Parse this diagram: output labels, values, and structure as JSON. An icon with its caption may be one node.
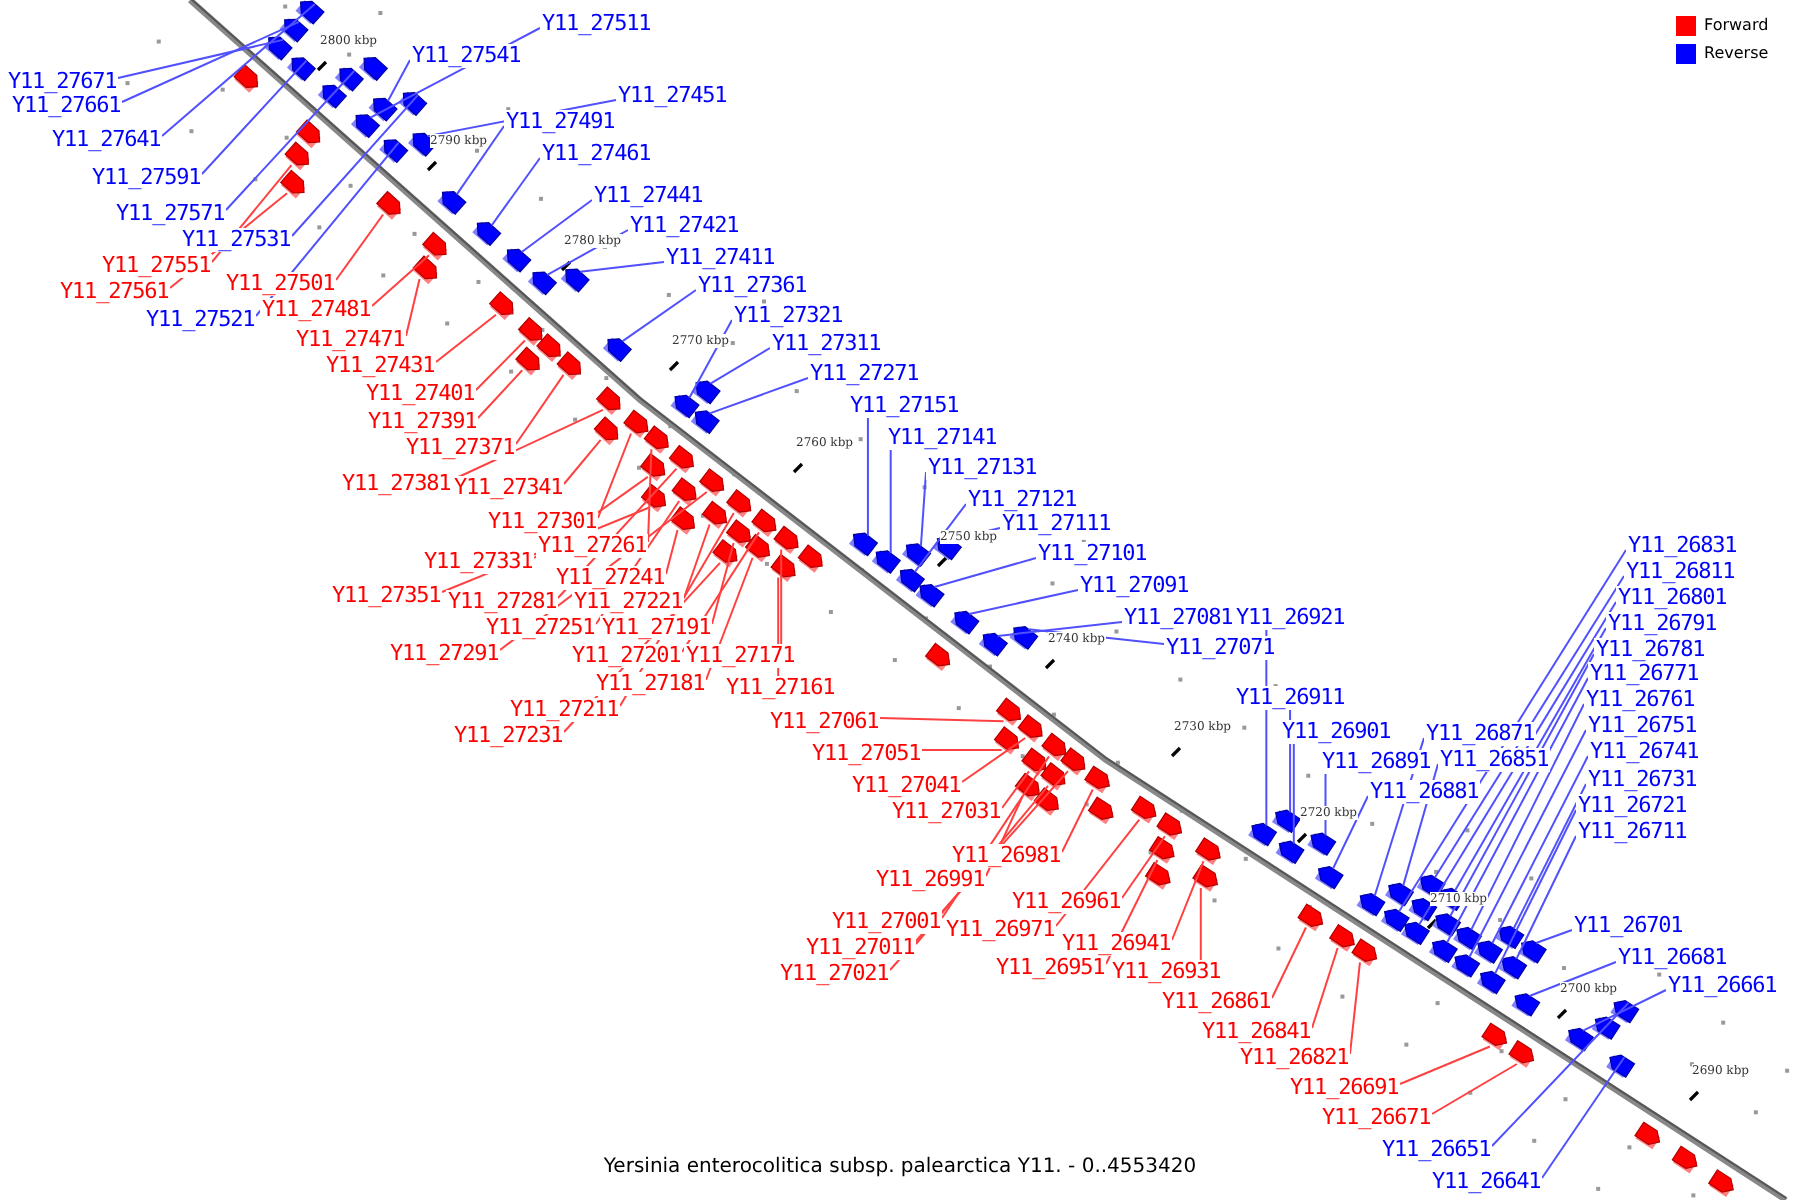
{
  "diagram": {
    "caption": "Yersinia enterocolitica subsp. palearctica Y11. - 0..4553420",
    "nodes": [
      {
        "text": [
          "Y11_27511"
        ]
      },
      {
        "text": [
          "Y11_27541"
        ]
      },
      {
        "text": [
          "Y11_27671"
        ]
      },
      {
        "text": [
          "Y11_27661"
        ]
      },
      {
        "text": [
          "Y11_27451"
        ]
      },
      {
        "text": [
          "Y11_27491"
        ]
      },
      {
        "text": [
          "Y11_27641"
        ]
      },
      {
        "text": [
          "Y11_27461"
        ]
      },
      {
        "text": [
          "Y11_27591"
        ]
      },
      {
        "text": [
          "Y11_27441"
        ]
      },
      {
        "text": [
          "Y11_27571"
        ]
      },
      {
        "text": [
          "Y11_27421"
        ]
      },
      {
        "text": [
          "Y11_27531"
        ]
      },
      {
        "text": [
          "Y11_27411"
        ]
      },
      {
        "text": [
          "Y11_27551"
        ]
      },
      {
        "text": [
          "Y11_27501"
        ]
      },
      {
        "text": [
          "Y11_27561"
        ]
      },
      {
        "text": [
          "Y11_27361"
        ]
      },
      {
        "text": [
          "Y11_27481"
        ]
      },
      {
        "text": [
          "Y11_27521"
        ]
      },
      {
        "text": [
          "Y11_27321"
        ]
      },
      {
        "text": [
          "Y11_27471"
        ]
      },
      {
        "text": [
          "Y11_27311"
        ]
      },
      {
        "text": [
          "Y11_27431"
        ]
      },
      {
        "text": [
          "Y11_27271"
        ]
      },
      {
        "text": [
          "Y11_27401"
        ]
      },
      {
        "text": [
          "Y11_27151"
        ]
      },
      {
        "text": [
          "Y11_27391"
        ]
      },
      {
        "text": [
          "Y11_27141"
        ]
      },
      {
        "text": [
          "Y11_27371"
        ]
      },
      {
        "text": [
          "Y11_27131"
        ]
      },
      {
        "text": [
          "Y11_27381"
        ]
      },
      {
        "text": [
          "Y11_27341"
        ]
      },
      {
        "text": [
          "Y11_27121"
        ]
      },
      {
        "text": [
          "Y11_27301"
        ]
      },
      {
        "text": [
          "Y11_27111"
        ]
      },
      {
        "text": [
          "Y11_27261"
        ]
      },
      {
        "text": [
          "Y11_26831"
        ]
      },
      {
        "text": [
          "Y11_27101"
        ]
      },
      {
        "text": [
          "Y11_27331"
        ]
      },
      {
        "text": [
          "Y11_26811"
        ]
      },
      {
        "text": [
          "Y11_27241"
        ]
      },
      {
        "text": [
          "Y11_27091"
        ]
      },
      {
        "text": [
          "Y11_27351"
        ]
      },
      {
        "text": [
          "Y11_27281"
        ]
      },
      {
        "text": [
          "Y11_27221"
        ]
      },
      {
        "text": [
          "Y11_26801"
        ]
      },
      {
        "text": [
          "Y11_27081"
        ]
      },
      {
        "text": [
          "Y11_26921"
        ]
      },
      {
        "text": [
          "Y11_26791"
        ]
      },
      {
        "text": [
          "Y11_27251"
        ]
      },
      {
        "text": [
          "Y11_27191"
        ]
      },
      {
        "text": [
          "Y11_27071"
        ]
      },
      {
        "text": [
          "Y11_27291"
        ]
      },
      {
        "text": [
          "Y11_27201"
        ]
      },
      {
        "text": [
          "Y11_27171"
        ]
      },
      {
        "text": [
          "Y11_26781"
        ]
      },
      {
        "text": [
          "Y11_26771"
        ]
      },
      {
        "text": [
          "Y11_27181"
        ]
      },
      {
        "text": [
          "Y11_27161"
        ]
      },
      {
        "text": [
          "Y11_26911"
        ]
      },
      {
        "text": [
          "Y11_26761"
        ]
      },
      {
        "text": [
          "Y11_27211"
        ]
      },
      {
        "text": [
          "Y11_27061"
        ]
      },
      {
        "text": [
          "Y11_26751"
        ]
      },
      {
        "text": [
          "Y11_26901"
        ]
      },
      {
        "text": [
          "Y11_26871"
        ]
      },
      {
        "text": [
          "Y11_27231"
        ]
      },
      {
        "text": [
          "Y11_26741"
        ]
      },
      {
        "text": [
          "Y11_27051"
        ]
      },
      {
        "text": [
          "Y11_26851"
        ]
      },
      {
        "text": [
          "Y11_26891"
        ]
      },
      {
        "text": [
          "Y11_26731"
        ]
      },
      {
        "text": [
          "Y11_27041"
        ]
      },
      {
        "text": [
          "Y11_26881"
        ]
      },
      {
        "text": [
          "Y11_26721"
        ]
      },
      {
        "text": [
          "Y11_27031"
        ]
      },
      {
        "text": [
          "Y11_26711"
        ]
      },
      {
        "text": [
          "Y11_26981"
        ]
      },
      {
        "text": [
          "Y11_26991"
        ]
      },
      {
        "text": [
          "Y11_26961"
        ]
      },
      {
        "text": [
          "Y11_27001"
        ]
      },
      {
        "text": [
          "Y11_26701"
        ]
      },
      {
        "text": [
          "Y11_26971"
        ]
      },
      {
        "text": [
          "Y11_26941"
        ]
      },
      {
        "text": [
          "Y11_27011"
        ]
      },
      {
        "text": [
          "Y11_26681"
        ]
      },
      {
        "text": [
          "Y11_27021"
        ]
      },
      {
        "text": [
          "Y11_26951"
        ]
      },
      {
        "text": [
          "Y11_26931"
        ]
      },
      {
        "text": [
          "Y11_26661"
        ]
      },
      {
        "text": [
          "Y11_26861"
        ]
      },
      {
        "text": [
          "Y11_26841"
        ]
      },
      {
        "text": [
          "Y11_26821"
        ]
      },
      {
        "text": [
          "Y11_26691"
        ]
      },
      {
        "text": [
          "Y11_26671"
        ]
      },
      {
        "text": [
          "Y11_26651"
        ]
      },
      {
        "text": [
          "Y11_26641"
        ]
      },
      {
        "text": [],
        "shape": "box"
      },
      {
        "text": [],
        "shape": "box"
      },
      {
        "text": [],
        "shape": "box"
      },
      {
        "text": [],
        "shape": "box"
      },
      {
        "text": [],
        "shape": "box"
      },
      {
        "text": [],
        "shape": "box"
      },
      {
        "text": [],
        "shape": "box"
      },
      {
        "text": [],
        "shape": "box"
      },
      {
        "text": [],
        "shape": "box"
      },
      {
        "text": [],
        "shape": "box"
      },
      {
        "text": [],
        "shape": "box"
      },
      {
        "text": [],
        "shape": "box"
      },
      {
        "text": [],
        "shape": "box"
      },
      {
        "text": [],
        "shape": "box"
      },
      {
        "text": [],
        "shape": "box"
      },
      {
        "text": [],
        "shape": "box"
      },
      {
        "text": [],
        "shape": "box"
      },
      {
        "text": [],
        "shape": "box"
      },
      {
        "text": [],
        "shape": "box"
      },
      {
        "text": [],
        "shape": "box"
      },
      {
        "text": [],
        "shape": "box"
      },
      {
        "text": [],
        "shape": "box"
      },
      {
        "text": [],
        "shape": "box"
      },
      {
        "text": [],
        "shape": "box"
      },
      {
        "text": [],
        "shape": "box"
      },
      {
        "text": [],
        "shape": "box"
      },
      {
        "text": [],
        "shape": "box"
      },
      {
        "text": [],
        "shape": "box"
      },
      {
        "text": [],
        "shape": "box"
      },
      {
        "text": [],
        "shape": "box"
      },
      {
        "text": [],
        "shape": "box"
      },
      {
        "text": [],
        "shape": "box"
      },
      {
        "text": [],
        "shape": "box"
      },
      {
        "text": [],
        "shape": "box"
      },
      {
        "text": [],
        "shape": "box"
      },
      {
        "text": [],
        "shape": "box"
      },
      {
        "text": [],
        "shape": "box"
      },
      {
        "text": [],
        "shape": "box"
      },
      {
        "text": [],
        "shape": "box"
      },
      {
        "text": [],
        "shape": "box"
      },
      {
        "text": [],
        "shape": "box"
      },
      {
        "text": [],
        "shape": "box"
      },
      {
        "text": [],
        "shape": "box"
      },
      {
        "text": [],
        "shape": "box"
      },
      {
        "text": [],
        "shape": "box"
      },
      {
        "text": [],
        "shape": "box"
      },
      {
        "text": [],
        "shape": "box"
      },
      {
        "text": [],
        "shape": "box"
      },
      {
        "text": [],
        "shape": "box"
      },
      {
        "text": [],
        "shape": "box"
      },
      {
        "text": [],
        "shape": "box"
      },
      {
        "text": [],
        "shape": "box"
      },
      {
        "text": [],
        "shape": "box"
      },
      {
        "text": [],
        "shape": "box"
      },
      {
        "text": [],
        "shape": "box"
      },
      {
        "text": [],
        "shape": "box"
      },
      {
        "text": [],
        "shape": "box"
      },
      {
        "text": [],
        "shape": "box"
      },
      {
        "text": [],
        "shape": "box"
      },
      {
        "text": [],
        "shape": "box"
      },
      {
        "text": [],
        "shape": "box"
      },
      {
        "text": [],
        "shape": "box"
      },
      {
        "text": [],
        "shape": "box"
      },
      {
        "text": [],
        "shape": "box"
      },
      {
        "text": [],
        "shape": "box"
      },
      {
        "text": [],
        "shape": "box"
      },
      {
        "text": [],
        "shape": "box"
      },
      {
        "text": [],
        "shape": "box"
      },
      {
        "text": [],
        "shape": "box"
      },
      {
        "text": [],
        "shape": "box"
      },
      {
        "text": [],
        "shape": "box"
      },
      {
        "text": [],
        "shape": "box"
      },
      {
        "text": [],
        "shape": "box"
      },
      {
        "text": [],
        "shape": "box"
      },
      {
        "text": [],
        "shape": "box"
      },
      {
        "text": [],
        "shape": "box"
      },
      {
        "text": [],
        "shape": "box"
      },
      {
        "text": [],
        "shape": "box"
      },
      {
        "text": [],
        "shape": "box"
      },
      {
        "text": [],
        "shape": "box"
      },
      {
        "text": [],
        "shape": "box"
      },
      {
        "text": [],
        "shape": "box"
      },
      {
        "text": [],
        "shape": "box"
      },
      {
        "text": [],
        "shape": "box"
      },
      {
        "text": [],
        "shape": "box"
      },
      {
        "text": [],
        "shape": "box"
      },
      {
        "text": [],
        "shape": "box"
      },
      {
        "text": [],
        "shape": "box"
      },
      {
        "text": [],
        "shape": "box"
      },
      {
        "text": [],
        "shape": "box"
      },
      {
        "text": [],
        "shape": "box"
      },
      {
        "text": [],
        "shape": "box"
      },
      {
        "text": [],
        "shape": "box"
      },
      {
        "text": [],
        "shape": "box"
      },
      {
        "text": [],
        "shape": "box"
      },
      {
        "text": [],
        "shape": "box"
      },
      {
        "text": [],
        "shape": "box"
      },
      {
        "text": [],
        "shape": "box"
      },
      {
        "text": [],
        "shape": "box"
      },
      {
        "text": [],
        "shape": "box"
      },
      {
        "text": [],
        "shape": "box"
      },
      {
        "text": [],
        "shape": "box"
      },
      {
        "text": [],
        "shape": "box"
      },
      {
        "text": [],
        "shape": "box"
      },
      {
        "text": [],
        "shape": "box"
      },
      {
        "text": [],
        "shape": "box"
      },
      {
        "text": [],
        "shape": "box"
      },
      {
        "text": [],
        "shape": "box"
      },
      {
        "text": [],
        "shape": "box"
      },
      {
        "text": [],
        "shape": "box"
      },
      {
        "text": [],
        "shape": "box"
      },
      {
        "text": [],
        "shape": "box"
      },
      {
        "text": [],
        "shape": "box"
      }
    ],
    "edges": [
      {
        "from": 0,
        "to": 98,
        "arrow": "none",
        "color": "#5050ff"
      },
      {
        "from": 1,
        "to": 99,
        "arrow": "none",
        "color": "#5050ff"
      },
      {
        "from": 2,
        "to": 100,
        "arrow": "none",
        "color": "#5050ff"
      },
      {
        "from": 3,
        "to": 101,
        "arrow": "none",
        "color": "#5050ff"
      },
      {
        "from": 4,
        "to": 102,
        "arrow": "none",
        "color": "#5050ff"
      },
      {
        "from": 5,
        "to": 103,
        "arrow": "none",
        "color": "#5050ff"
      },
      {
        "from": 6,
        "to": 104,
        "arrow": "none",
        "color": "#5050ff"
      },
      {
        "from": 7,
        "to": 105,
        "arrow": "none",
        "color": "#5050ff"
      },
      {
        "from": 8,
        "to": 106,
        "arrow": "none",
        "color": "#5050ff"
      },
      {
        "from": 9,
        "to": 107,
        "arrow": "none",
        "color": "#5050ff"
      },
      {
        "from": 10,
        "to": 108,
        "arrow": "none",
        "color": "#5050ff"
      },
      {
        "from": 11,
        "to": 109,
        "arrow": "none",
        "color": "#5050ff"
      },
      {
        "from": 12,
        "to": 110,
        "arrow": "none",
        "color": "#5050ff"
      },
      {
        "from": 13,
        "to": 111,
        "arrow": "none",
        "color": "#5050ff"
      },
      {
        "from": 14,
        "to": 112,
        "arrow": "none",
        "color": "#ff4040"
      },
      {
        "from": 15,
        "to": 113,
        "arrow": "none",
        "color": "#ff4040"
      },
      {
        "from": 16,
        "to": 114,
        "arrow": "none",
        "color": "#ff4040"
      },
      {
        "from": 17,
        "to": 115,
        "arrow": "none",
        "color": "#5050ff"
      },
      {
        "from": 18,
        "to": 116,
        "arrow": "none",
        "color": "#ff4040"
      },
      {
        "from": 19,
        "to": 117,
        "arrow": "none",
        "color": "#5050ff"
      },
      {
        "from": 20,
        "to": 118,
        "arrow": "none",
        "color": "#5050ff"
      },
      {
        "from": 21,
        "to": 119,
        "arrow": "none",
        "color": "#ff4040"
      },
      {
        "from": 22,
        "to": 120,
        "arrow": "none",
        "color": "#5050ff"
      },
      {
        "from": 23,
        "to": 121,
        "arrow": "none",
        "color": "#ff4040"
      },
      {
        "from": 24,
        "to": 122,
        "arrow": "none",
        "color": "#5050ff"
      },
      {
        "from": 25,
        "to": 123,
        "arrow": "none",
        "color": "#ff4040"
      },
      {
        "from": 26,
        "to": 124,
        "arrow": "none",
        "color": "#5050ff"
      },
      {
        "from": 27,
        "to": 125,
        "arrow": "none",
        "color": "#ff4040"
      },
      {
        "from": 28,
        "to": 126,
        "arrow": "none",
        "color": "#5050ff"
      },
      {
        "from": 29,
        "to": 127,
        "arrow": "none",
        "color": "#ff4040"
      },
      {
        "from": 30,
        "to": 128,
        "arrow": "none",
        "color": "#5050ff"
      },
      {
        "from": 31,
        "to": 129,
        "arrow": "none",
        "color": "#ff4040"
      },
      {
        "from": 32,
        "to": 130,
        "arrow": "none",
        "color": "#ff4040"
      },
      {
        "from": 33,
        "to": 131,
        "arrow": "none",
        "color": "#5050ff"
      },
      {
        "from": 34,
        "to": 132,
        "arrow": "none",
        "color": "#ff4040"
      },
      {
        "from": 35,
        "to": 133,
        "arrow": "none",
        "color": "#5050ff"
      },
      {
        "from": 36,
        "to": 134,
        "arrow": "none",
        "color": "#ff4040"
      },
      {
        "from": 37,
        "to": 135,
        "arrow": "none",
        "color": "#5050ff"
      },
      {
        "from": 38,
        "to": 136,
        "arrow": "none",
        "color": "#5050ff"
      },
      {
        "from": 39,
        "to": 137,
        "arrow": "none",
        "color": "#ff4040"
      },
      {
        "from": 40,
        "to": 138,
        "arrow": "none",
        "color": "#5050ff"
      },
      {
        "from": 41,
        "to": 139,
        "arrow": "none",
        "color": "#ff4040"
      },
      {
        "from": 42,
        "to": 140,
        "arrow": "none",
        "color": "#5050ff"
      },
      {
        "from": 43,
        "to": 141,
        "arrow": "none",
        "color": "#ff4040"
      },
      {
        "from": 44,
        "to": 142,
        "arrow": "none",
        "color": "#ff4040"
      },
      {
        "from": 45,
        "to": 143,
        "arrow": "none",
        "color": "#ff4040"
      },
      {
        "from": 46,
        "to": 144,
        "arrow": "none",
        "color": "#5050ff"
      },
      {
        "from": 47,
        "to": 145,
        "arrow": "none",
        "color": "#5050ff"
      },
      {
        "from": 48,
        "to": 146,
        "arrow": "none",
        "color": "#5050ff"
      },
      {
        "from": 49,
        "to": 147,
        "arrow": "none",
        "color": "#5050ff"
      },
      {
        "from": 50,
        "to": 148,
        "arrow": "none",
        "color": "#ff4040"
      },
      {
        "from": 51,
        "to": 149,
        "arrow": "none",
        "color": "#ff4040"
      },
      {
        "from": 52,
        "to": 150,
        "arrow": "none",
        "color": "#5050ff"
      },
      {
        "from": 53,
        "to": 151,
        "arrow": "none",
        "color": "#ff4040"
      },
      {
        "from": 54,
        "to": 152,
        "arrow": "none",
        "color": "#ff4040"
      },
      {
        "from": 55,
        "to": 153,
        "arrow": "none",
        "color": "#ff4040"
      },
      {
        "from": 56,
        "to": 154,
        "arrow": "none",
        "color": "#5050ff"
      },
      {
        "from": 57,
        "to": 155,
        "arrow": "none",
        "color": "#5050ff"
      },
      {
        "from": 58,
        "to": 156,
        "arrow": "none",
        "color": "#ff4040"
      },
      {
        "from": 59,
        "to": 157,
        "arrow": "none",
        "color": "#ff4040"
      },
      {
        "from": 60,
        "to": 158,
        "arrow": "none",
        "color": "#5050ff"
      },
      {
        "from": 61,
        "to": 159,
        "arrow": "none",
        "color": "#5050ff"
      },
      {
        "from": 62,
        "to": 160,
        "arrow": "none",
        "color": "#ff4040"
      },
      {
        "from": 63,
        "to": 161,
        "arrow": "none",
        "color": "#ff4040"
      },
      {
        "from": 64,
        "to": 162,
        "arrow": "none",
        "color": "#5050ff"
      },
      {
        "from": 65,
        "to": 163,
        "arrow": "none",
        "color": "#5050ff"
      },
      {
        "from": 66,
        "to": 164,
        "arrow": "none",
        "color": "#5050ff"
      },
      {
        "from": 67,
        "to": 165,
        "arrow": "none",
        "color": "#ff4040"
      },
      {
        "from": 68,
        "to": 166,
        "arrow": "none",
        "color": "#5050ff"
      },
      {
        "from": 69,
        "to": 167,
        "arrow": "none",
        "color": "#ff4040"
      },
      {
        "from": 70,
        "to": 168,
        "arrow": "none",
        "color": "#5050ff"
      },
      {
        "from": 71,
        "to": 169,
        "arrow": "none",
        "color": "#5050ff"
      },
      {
        "from": 72,
        "to": 170,
        "arrow": "none",
        "color": "#5050ff"
      },
      {
        "from": 73,
        "to": 171,
        "arrow": "none",
        "color": "#ff4040"
      },
      {
        "from": 74,
        "to": 172,
        "arrow": "none",
        "color": "#5050ff"
      },
      {
        "from": 75,
        "to": 173,
        "arrow": "none",
        "color": "#5050ff"
      },
      {
        "from": 76,
        "to": 174,
        "arrow": "none",
        "color": "#ff4040"
      },
      {
        "from": 77,
        "to": 175,
        "arrow": "none",
        "color": "#5050ff"
      },
      {
        "from": 78,
        "to": 176,
        "arrow": "none",
        "color": "#ff4040"
      },
      {
        "from": 79,
        "to": 177,
        "arrow": "none",
        "color": "#ff4040"
      },
      {
        "from": 80,
        "to": 178,
        "arrow": "none",
        "color": "#ff4040"
      },
      {
        "from": 81,
        "to": 179,
        "arrow": "none",
        "color": "#ff4040"
      },
      {
        "from": 82,
        "to": 180,
        "arrow": "none",
        "color": "#5050ff"
      },
      {
        "from": 83,
        "to": 181,
        "arrow": "none",
        "color": "#ff4040"
      },
      {
        "from": 84,
        "to": 182,
        "arrow": "none",
        "color": "#ff4040"
      },
      {
        "from": 85,
        "to": 183,
        "arrow": "none",
        "color": "#ff4040"
      },
      {
        "from": 86,
        "to": 184,
        "arrow": "none",
        "color": "#5050ff"
      },
      {
        "from": 87,
        "to": 185,
        "arrow": "none",
        "color": "#ff4040"
      },
      {
        "from": 88,
        "to": 186,
        "arrow": "none",
        "color": "#ff4040"
      },
      {
        "from": 89,
        "to": 187,
        "arrow": "none",
        "color": "#ff4040"
      },
      {
        "from": 90,
        "to": 188,
        "arrow": "none",
        "color": "#5050ff"
      },
      {
        "from": 91,
        "to": 189,
        "arrow": "none",
        "color": "#ff4040"
      },
      {
        "from": 92,
        "to": 190,
        "arrow": "none",
        "color": "#ff4040"
      },
      {
        "from": 93,
        "to": 191,
        "arrow": "none",
        "color": "#ff4040"
      },
      {
        "from": 94,
        "to": 192,
        "arrow": "none",
        "color": "#ff4040"
      },
      {
        "from": 95,
        "to": 193,
        "arrow": "none",
        "color": "#ff4040"
      },
      {
        "from": 96,
        "to": 194,
        "arrow": "none",
        "color": "#5050ff"
      },
      {
        "from": 97,
        "to": 195,
        "arrow": "none",
        "color": "#5050ff"
      }
    ],
    "labels": [
      "2800 kbp",
      "2790 kbp",
      "2780 kbp",
      "2770 kbp",
      "2760 kbp",
      "2750 kbp",
      "2740 kbp",
      "2730 kbp",
      "2720 kbp",
      "2710 kbp",
      "2700 kbp",
      "2690 kbp"
    ],
    "legend": [
      {
        "text": "Forward",
        "color": "#ff0000"
      },
      {
        "text": "Reverse",
        "color": "#0000ff"
      }
    ]
  }
}
